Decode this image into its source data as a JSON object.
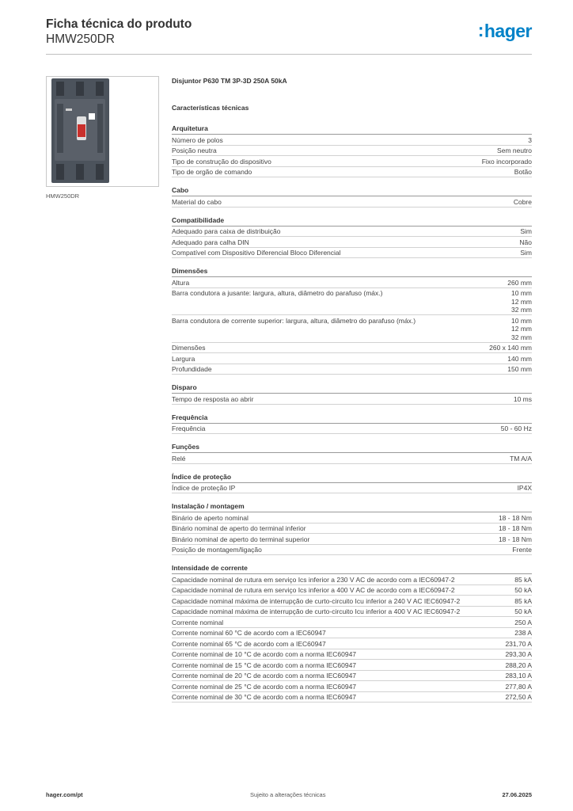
{
  "header": {
    "title": "Ficha técnica do produto",
    "subtitle": "HMW250DR",
    "logo_text": "hager",
    "logo_color": "#0082c8"
  },
  "image": {
    "caption": "HMW250DR",
    "icon": "circuit-breaker-product-photo"
  },
  "product_name": "Disjuntor P630 TM 3P-3D 250A 50kA",
  "section_title": "Características técnicas",
  "groups": [
    {
      "title": "Arquitetura",
      "rows": [
        {
          "label": "Número de polos",
          "values": [
            "3"
          ]
        },
        {
          "label": "Posição neutra",
          "values": [
            "Sem neutro"
          ]
        },
        {
          "label": "Tipo de construção do dispositivo",
          "values": [
            "Fixo incorporado"
          ]
        },
        {
          "label": "Tipo de orgão de comando",
          "values": [
            "Botão"
          ]
        }
      ]
    },
    {
      "title": "Cabo",
      "rows": [
        {
          "label": "Material do cabo",
          "values": [
            "Cobre"
          ]
        }
      ]
    },
    {
      "title": "Compatibilidade",
      "rows": [
        {
          "label": "Adequado para caixa de distribuição",
          "values": [
            "Sim"
          ]
        },
        {
          "label": "Adequado para calha DIN",
          "values": [
            "Não"
          ]
        },
        {
          "label": "Compatível com Dispositivo Diferencial Bloco Diferencial",
          "values": [
            "Sim"
          ]
        }
      ]
    },
    {
      "title": "Dimensões",
      "rows": [
        {
          "label": "Altura",
          "values": [
            "260 mm"
          ]
        },
        {
          "label": "Barra condutora a jusante: largura, altura, diâmetro do parafuso (máx.)",
          "values": [
            "10 mm",
            "12 mm",
            "32 mm"
          ]
        },
        {
          "label": "Barra condutora de corrente superior: largura, altura, diâmetro do parafuso (máx.)",
          "values": [
            "10 mm",
            "12 mm",
            "32 mm"
          ]
        },
        {
          "label": "Dimensões",
          "values": [
            "260 x 140 mm"
          ]
        },
        {
          "label": "Largura",
          "values": [
            "140 mm"
          ]
        },
        {
          "label": "Profundidade",
          "values": [
            "150 mm"
          ]
        }
      ]
    },
    {
      "title": "Disparo",
      "rows": [
        {
          "label": "Tempo de resposta ao abrir",
          "values": [
            "10 ms"
          ]
        }
      ]
    },
    {
      "title": "Frequência",
      "rows": [
        {
          "label": "Frequência",
          "values": [
            "50 - 60 Hz"
          ]
        }
      ]
    },
    {
      "title": "Funções",
      "rows": [
        {
          "label": "Relé",
          "values": [
            "TM A/A"
          ]
        }
      ]
    },
    {
      "title": "Índice de proteção",
      "rows": [
        {
          "label": "Índice de proteção IP",
          "values": [
            "IP4X"
          ]
        }
      ]
    },
    {
      "title": "Instalação / montagem",
      "rows": [
        {
          "label": "Binário de aperto nominal",
          "values": [
            "18 - 18 Nm"
          ]
        },
        {
          "label": "Binário nominal de aperto do terminal inferior",
          "values": [
            "18 - 18 Nm"
          ]
        },
        {
          "label": "Binário nominal de aperto do terminal superior",
          "values": [
            "18 - 18 Nm"
          ]
        },
        {
          "label": "Posição de montagem/ligação",
          "values": [
            "Frente"
          ]
        }
      ]
    },
    {
      "title": "Intensidade de corrente",
      "rows": [
        {
          "label": "Capacidade nominal de rutura em serviço Ics inferior a 230 V AC de acordo com a IEC60947-2",
          "values": [
            "85 kA"
          ]
        },
        {
          "label": "Capacidade nominal de rutura em serviço Ics inferior a 400 V AC de acordo com a IEC60947-2",
          "values": [
            "50 kA"
          ]
        },
        {
          "label": "Capacidade nominal máxima de interrupção de curto-circuito Icu inferior a 240 V AC IEC60947-2",
          "values": [
            "85 kA"
          ]
        },
        {
          "label": "Capacidade nominal máxima de interrupção de curto-circuito Icu inferior a 400 V AC IEC60947-2",
          "values": [
            "50 kA"
          ]
        },
        {
          "label": "Corrente nominal",
          "values": [
            "250 A"
          ]
        },
        {
          "label": "Corrente nominal 60 °C de acordo com a IEC60947",
          "values": [
            "238 A"
          ]
        },
        {
          "label": "Corrente nominal 65 °C de acordo com a IEC60947",
          "values": [
            "231,70 A"
          ]
        },
        {
          "label": "Corrente nominal de 10 °C de acordo com a norma IEC60947",
          "values": [
            "293,30 A"
          ]
        },
        {
          "label": "Corrente nominal de 15 °C de acordo com a norma IEC60947",
          "values": [
            "288,20 A"
          ]
        },
        {
          "label": "Corrente nominal de 20 °C de acordo com a norma IEC60947",
          "values": [
            "283,10 A"
          ]
        },
        {
          "label": "Corrente nominal de 25 °C de acordo com a norma IEC60947",
          "values": [
            "277,80 A"
          ]
        },
        {
          "label": "Corrente nominal de 30 °C de acordo com a norma IEC60947",
          "values": [
            "272,50 A"
          ]
        }
      ]
    }
  ],
  "footer": {
    "site": "hager.com/pt",
    "note": "Sujeito a alterações técnicas",
    "date": "27.06.2025"
  }
}
